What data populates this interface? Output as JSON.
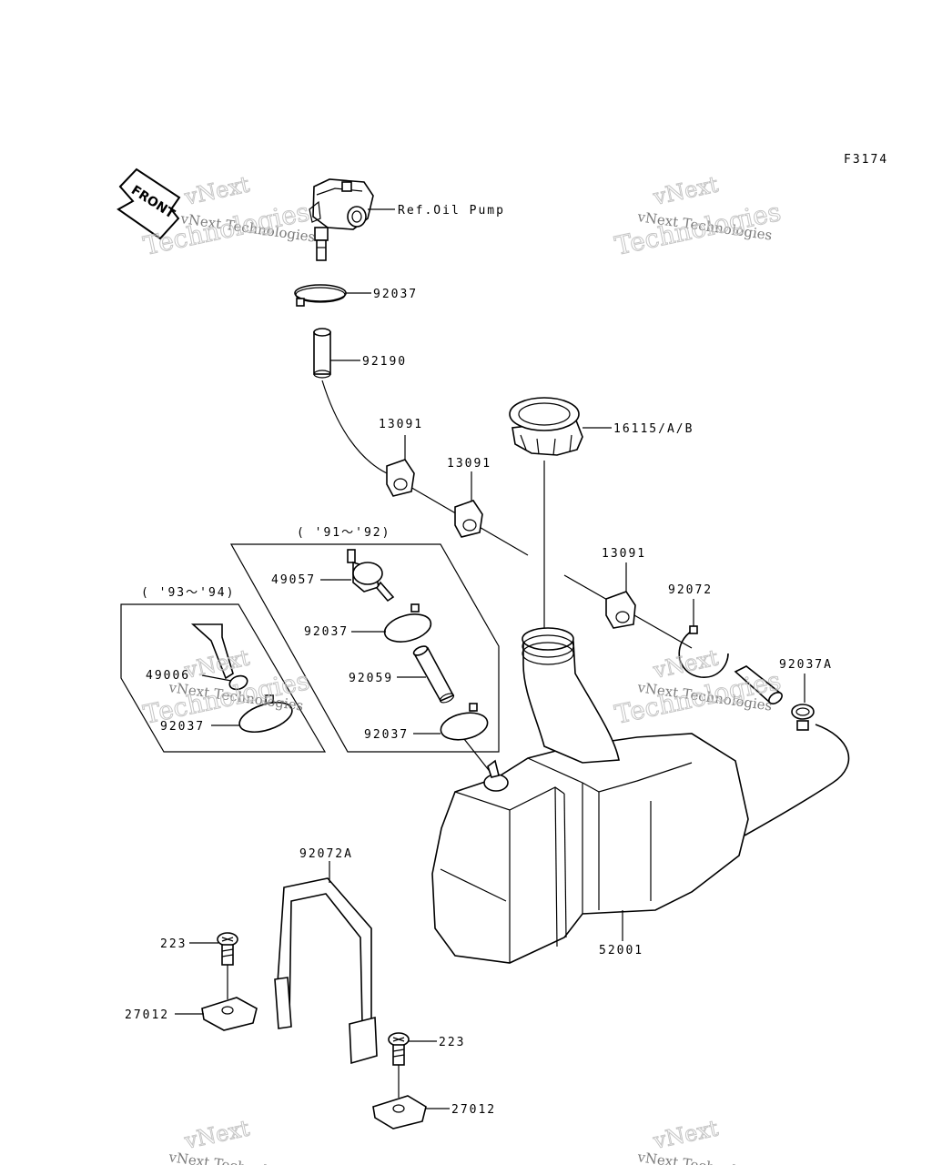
{
  "figure_code": "F3174",
  "front_label": "FRONT",
  "ref_label": "Ref.Oil Pump",
  "group_labels": {
    "years_91_92": "( '91～'92)",
    "years_93_94": "( '93～'94)"
  },
  "callouts": {
    "clamp_top": "92037",
    "hose_top": "92190",
    "clip_a": "13091",
    "clip_b": "13091",
    "cap": "16115/A/B",
    "filter": "49057",
    "clamp_91a": "92037",
    "hose_91": "92059",
    "clamp_91b": "92037",
    "joint_93": "49006",
    "clamp_93": "92037",
    "clip_c": "13091",
    "band_small": "92072",
    "clamp_a": "92037A",
    "tank": "52001",
    "band_tank": "92072A",
    "bolt_left": "223",
    "bracket_left": "27012",
    "bolt_right": "223",
    "bracket_right": "27012"
  },
  "watermark": {
    "brand": "vNext",
    "line1": "vNext Technologies",
    "line2": "Technologies"
  }
}
